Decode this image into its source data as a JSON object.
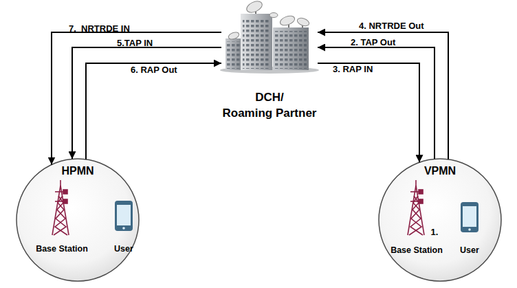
{
  "diagram": {
    "nodes": [
      {
        "text": [
          "DCH/ Roaming Partner"
        ]
      },
      {
        "text": [
          "HPMN"
        ]
      },
      {
        "text": [
          "VPMN"
        ]
      }
    ],
    "edges": [
      {
        "from": 0,
        "to": 1,
        "arrow": "to",
        "label": "7.  NRTRDE IN"
      },
      {
        "from": 0,
        "to": 1,
        "arrow": "to",
        "label": "5.TAP IN"
      },
      {
        "from": 1,
        "to": 0,
        "arrow": "to",
        "label": "6. RAP Out"
      },
      {
        "from": 2,
        "to": 0,
        "arrow": "to",
        "label": "4. NRTRDE Out"
      },
      {
        "from": 2,
        "to": 0,
        "arrow": "to",
        "label": "2. TAP Out"
      },
      {
        "from": 0,
        "to": 2,
        "arrow": "to",
        "label": "3. RAP IN"
      }
    ],
    "labels": [
      "Base Station",
      "User",
      "1.",
      "Base Station",
      "User"
    ]
  }
}
